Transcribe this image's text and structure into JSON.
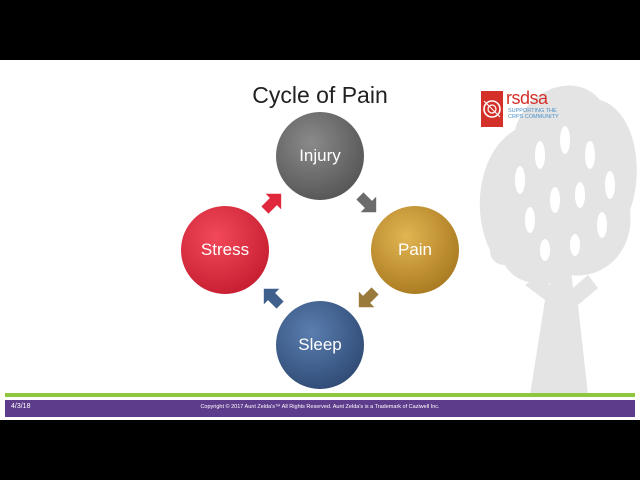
{
  "slide": {
    "title": "Cycle of Pain",
    "logo": {
      "name": "rsdsa",
      "tagline": "SUPPORTING THE CRPS COMMUNITY"
    },
    "cycle": {
      "nodes": [
        {
          "label": "Injury",
          "color": "#6b6b6b"
        },
        {
          "label": "Pain",
          "color": "#c9962e"
        },
        {
          "label": "Sleep",
          "color": "#3f5f8c"
        },
        {
          "label": "Stress",
          "color": "#e0283c"
        }
      ],
      "arrow_colors": [
        "#6b6b6b",
        "#9a7a3a",
        "#3f5f8c",
        "#e0283c"
      ]
    },
    "footer": {
      "date": "4/3/18",
      "copyright": "Copyright © 2017 Aunt Zelda's™ All Rights Reserved. Aunt Zelda's is a Trademark of Caziwell Inc."
    },
    "colors": {
      "footer_bar": "#5e3c8c",
      "accent_line": "#8dc63f",
      "logo_red": "#d4302a",
      "logo_blue": "#4a8fc5"
    }
  }
}
